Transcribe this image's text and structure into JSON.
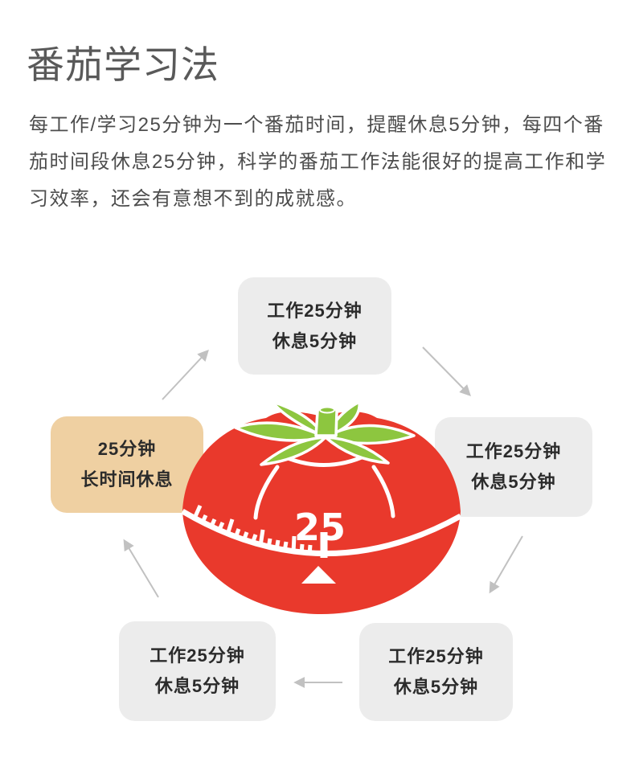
{
  "page": {
    "title": "番茄学习法",
    "description": "每工作/学习25分钟为一个番茄时间，提醒休息5分钟，每四个番茄时间段休息25分钟，科学的番茄工作法能很好的提高工作和学习效率，还会有意想不到的成就感。"
  },
  "diagram": {
    "steps": {
      "top": {
        "line1": "工作25分钟",
        "line2": "休息5分钟"
      },
      "right": {
        "line1": "工作25分钟",
        "line2": "休息5分钟"
      },
      "bottom_right": {
        "line1": "工作25分钟",
        "line2": "休息5分钟"
      },
      "bottom_left": {
        "line1": "工作25分钟",
        "line2": "休息5分钟"
      },
      "left": {
        "line1": "25分钟",
        "line2": "长时间休息"
      }
    },
    "timer": {
      "value": "25"
    },
    "colors": {
      "step_box_bg": "#ececec",
      "long_break_bg": "#efd0a2",
      "tomato_red": "#e9392c",
      "stem_green": "#8dc63f",
      "arrow_gray": "#c1c1c1",
      "title_gray": "#595959",
      "body_text_gray": "#4d4d4d",
      "step_text": "#2b2b2b"
    }
  }
}
